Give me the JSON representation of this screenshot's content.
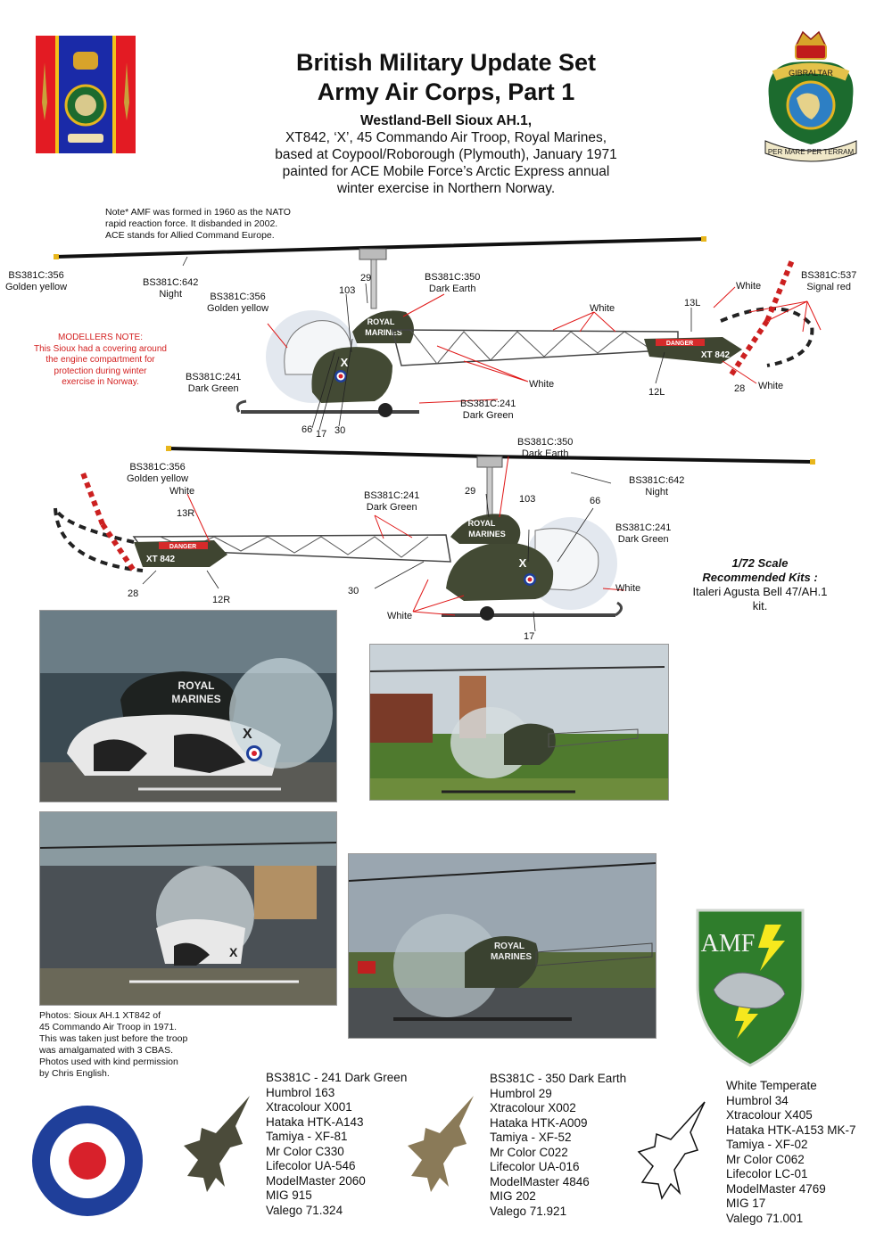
{
  "header": {
    "title_line1": "British Military Update Set",
    "title_line2": "Army Air Corps, Part 1",
    "aircraft": "Westland-Bell Sioux AH.1,",
    "desc_lines": [
      "XT842, ‘X’, 45 Commando Air Troop, Royal Marines,",
      "based at Coypool/Roborough (Plymouth), January 1971",
      "painted for ACE Mobile Force’s Arctic Express annual",
      "winter  exercise in Northern Norway."
    ]
  },
  "badges": {
    "right_crest_banner": "GIBRALTAR",
    "right_crest_motto": "PER MARE PER TERRAM",
    "amf_text": "AMF",
    "colors": {
      "flag_red": "#e31b23",
      "flag_blue": "#1a2aa8",
      "crest_green": "#1c6b2e",
      "gold": "#e4b420",
      "amf_green": "#2f7d2c"
    }
  },
  "amf_note_lines": [
    "Note* AMF was formed in 1960 as the NATO",
    "rapid reaction force. It disbanded in 2002.",
    "ACE stands for Allied Command Europe."
  ],
  "modellers_note": {
    "heading": "MODELLERS NOTE:",
    "lines": [
      "This Sioux had a covering around",
      "the engine compartment for",
      "protection during winter",
      "exercise in Norway."
    ]
  },
  "top_view": {
    "labels": [
      {
        "code": "BS381C:356",
        "name": "Golden yellow"
      },
      {
        "code": "BS381C:642",
        "name": "Night"
      },
      {
        "code": "BS381C:356",
        "name": "Golden yellow"
      },
      {
        "code": "BS381C:350",
        "name": "Dark Earth"
      },
      {
        "code": "BS381C:537",
        "name": "Signal red"
      },
      {
        "code": "BS381C:241",
        "name": "Dark Green"
      },
      {
        "code": "BS381C:241",
        "name": "Dark Green"
      }
    ],
    "whites": [
      "White",
      "White",
      "White",
      "White"
    ],
    "numbers": [
      "29",
      "103",
      "13L",
      "12L",
      "28",
      "66",
      "17",
      "30"
    ],
    "fuselage_text": [
      "ROYAL",
      "MARINES"
    ],
    "serial": "XT 842",
    "danger": "DANGER",
    "code_letter": "X"
  },
  "side_view": {
    "labels": [
      {
        "code": "BS381C:356",
        "name": "Golden yellow"
      },
      {
        "code": "BS381C:350",
        "name": "Dark Earth"
      },
      {
        "code": "BS381C:642",
        "name": "Night"
      },
      {
        "code": "BS381C:241",
        "name": "Dark Green"
      },
      {
        "code": "BS381C:241",
        "name": "Dark Green"
      }
    ],
    "whites": [
      "White",
      "White",
      "White"
    ],
    "numbers": [
      "13R",
      "29",
      "103",
      "66",
      "28",
      "12R",
      "30",
      "17"
    ],
    "fuselage_text": [
      "ROYAL",
      "MARINES"
    ],
    "serial": "XT 842",
    "danger": "DANGER",
    "code_letter": "X"
  },
  "kits": {
    "scale": "1/72 Scale",
    "heading": "Recommended Kits :",
    "kit": "Italeri Agusta Bell 47/AH.1",
    "kit_line2": "kit."
  },
  "photo_caption_lines": [
    "Photos: Sioux AH.1 XT842 of",
    "45 Commando Air Troop in 1971.",
    "This was taken just before the troop",
    "was amalgamated with 3 CBAS.",
    "Photos used with kind permission",
    "by Chris English."
  ],
  "photo_texts": {
    "royal": "ROYAL",
    "marines": "MARINES",
    "x": "X"
  },
  "paints": [
    {
      "swatch_color": "#4b4b3a",
      "lines": [
        "BS381C - 241 Dark Green",
        "Humbrol 163",
        "Xtracolour X001",
        "Hataka HTK-A143",
        "Tamiya - XF-81",
        "Mr Color C330",
        "Lifecolor UA-546",
        "ModelMaster 2060",
        "MIG 915",
        "Valego 71.324"
      ]
    },
    {
      "swatch_color": "#8a7a58",
      "lines": [
        "BS381C - 350 Dark Earth",
        "Humbrol 29",
        "Xtracolour X002",
        "Hataka HTK-A009",
        "Tamiya - XF-52",
        "Mr Color C022",
        "Lifecolor UA-016",
        "ModelMaster 4846",
        "MIG 202",
        "Valego 71.921"
      ]
    },
    {
      "swatch_color": "#ffffff",
      "lines": [
        "White Temperate",
        "Humbrol 34",
        "Xtracolour X405",
        "Hataka HTK-A153 MK-7",
        "Tamiya - XF-02",
        "Mr Color C062",
        "Lifecolor LC-01",
        "ModelMaster 4769",
        "MIG 17",
        "Valego 71.001"
      ]
    }
  ],
  "roundel_colors": {
    "blue": "#1f3f9a",
    "white": "#ffffff",
    "red": "#d8212b"
  }
}
